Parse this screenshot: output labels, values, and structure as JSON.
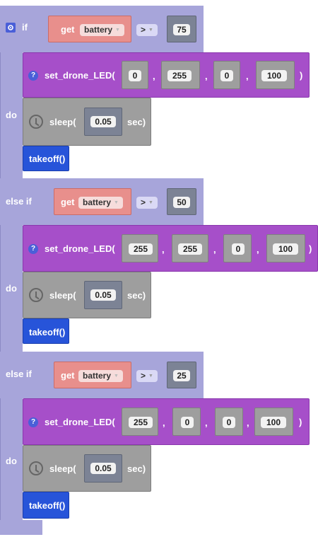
{
  "colors": {
    "if_block": "#a7a5da",
    "get_block": "#e88f8c",
    "led_block": "#a64fc9",
    "number_block": "#7c8395",
    "sleep_block": "#9e9e9e",
    "takeoff_block": "#2754d9"
  },
  "if_block": {
    "if_label": "if",
    "do_label": "do",
    "else_if_label": "else if"
  },
  "branches": [
    {
      "condition": {
        "get_label": "get",
        "variable": "battery",
        "operator": ">",
        "value": "75"
      },
      "led": {
        "label": "set_drone_LED(",
        "args": [
          "0",
          "255",
          "0",
          "100"
        ],
        "close": ")"
      },
      "sleep": {
        "label": "sleep(",
        "value": "0.05",
        "unit": "sec)"
      },
      "takeoff": "takeoff()"
    },
    {
      "condition": {
        "get_label": "get",
        "variable": "battery",
        "operator": ">",
        "value": "50"
      },
      "led": {
        "label": "set_drone_LED(",
        "args": [
          "255",
          "255",
          "0",
          "100"
        ],
        "close": ")"
      },
      "sleep": {
        "label": "sleep(",
        "value": "0.05",
        "unit": "sec)"
      },
      "takeoff": "takeoff()"
    },
    {
      "condition": {
        "get_label": "get",
        "variable": "battery",
        "operator": ">",
        "value": "25"
      },
      "led": {
        "label": "set_drone_LED(",
        "args": [
          "255",
          "0",
          "0",
          "100"
        ],
        "close": ")"
      },
      "sleep": {
        "label": "sleep(",
        "value": "0.05",
        "unit": "sec)"
      },
      "takeoff": "takeoff()"
    }
  ],
  "separator": ","
}
